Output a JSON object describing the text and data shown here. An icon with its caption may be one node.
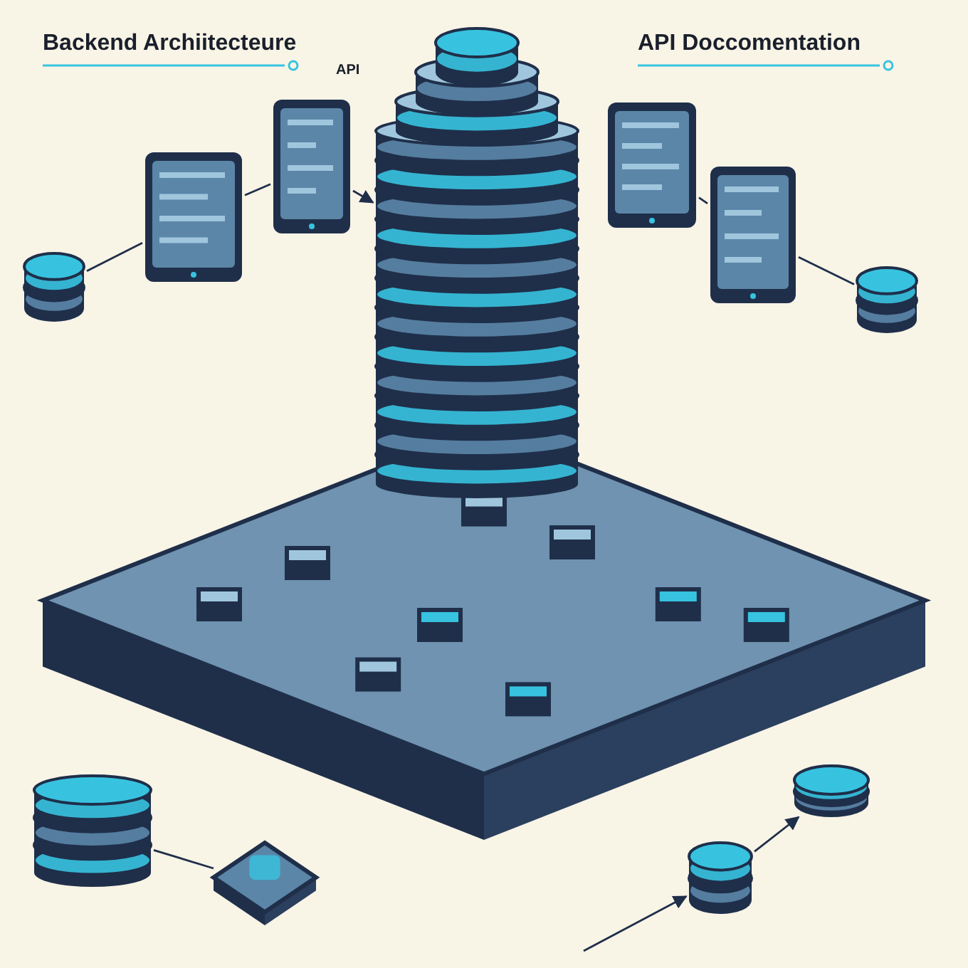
{
  "diagram": {
    "nodes": [
      {
        "text": [],
        "shape": "cylinder"
      },
      {
        "text": [],
        "shape": "picture"
      },
      {
        "text": [],
        "shape": "picture"
      },
      {
        "text": [],
        "shape": "picture"
      },
      {
        "text": [],
        "shape": "picture"
      },
      {
        "text": [],
        "shape": "cylinder"
      },
      {
        "text": [],
        "shape": "cylinder"
      },
      {
        "text": [],
        "shape": "box"
      },
      {
        "text": [],
        "shape": "cylinder"
      },
      {
        "text": [],
        "shape": "box"
      },
      {
        "text": [],
        "shape": "cylinder"
      },
      {
        "text": [],
        "shape": "cylinder"
      }
    ],
    "edges": [
      {
        "from": 1,
        "to": 2,
        "arrow": "none"
      },
      {
        "from": 2,
        "to": 0,
        "arrow": "to"
      },
      {
        "from": 3,
        "to": 4,
        "arrow": "none"
      },
      {
        "from": 5,
        "to": 1,
        "arrow": "none"
      },
      {
        "from": 4,
        "to": 6,
        "arrow": "none"
      },
      {
        "from": 10,
        "to": 11,
        "arrow": "to"
      },
      {
        "from": null,
        "to": 10,
        "arrow": "to"
      },
      {
        "from": 8,
        "to": 9,
        "arrow": "none"
      }
    ],
    "labels": [
      "Backend Archiitecteure",
      "API Doccomentation",
      "API"
    ]
  }
}
